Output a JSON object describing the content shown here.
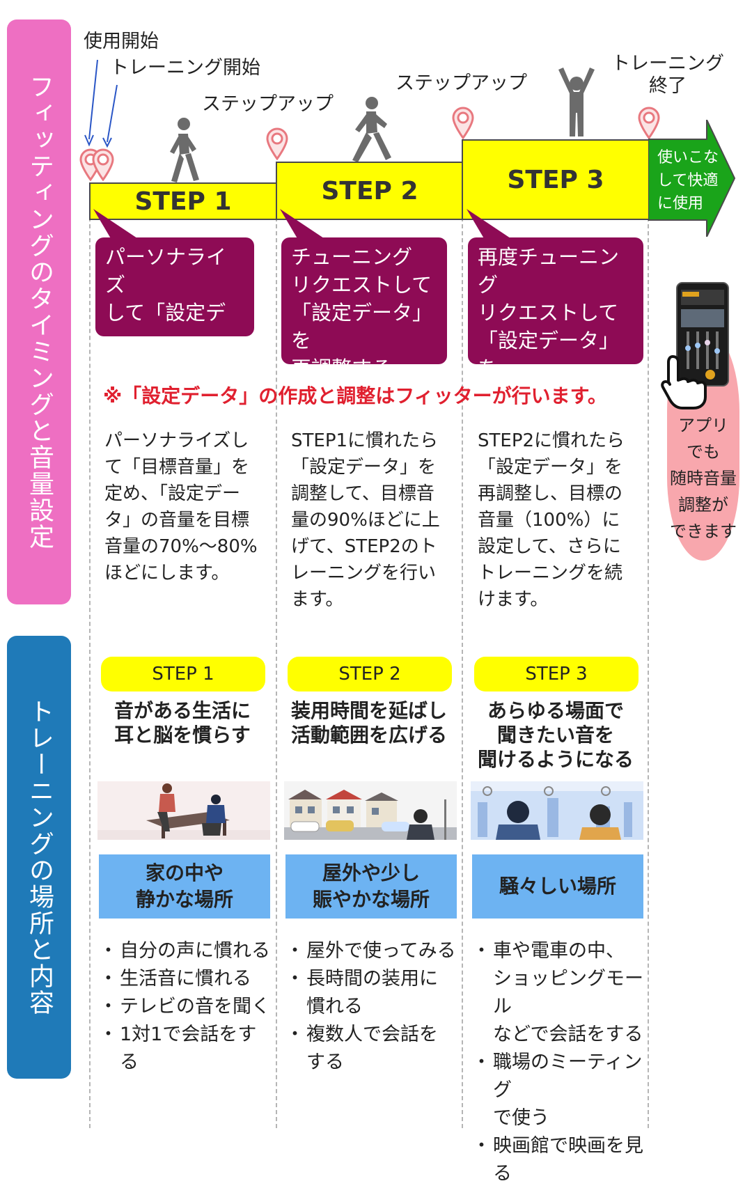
{
  "sidebar": {
    "top_title": "フィッティングのタイミングと音量設定",
    "bottom_title": "トレーニングの場所と内容",
    "top_color": "#ee6fc2",
    "bottom_color": "#1f7ab8"
  },
  "timeline": {
    "labels": {
      "use_start": "使用開始",
      "training_start": "トレーニング開始",
      "step_up_1": "ステップアップ",
      "step_up_2": "ステップアップ",
      "training_end": "トレーニング\n終了"
    },
    "steps": [
      "STEP 1",
      "STEP 2",
      "STEP 3"
    ],
    "final_arrow": "使いこな\nして快適\nに使用",
    "colors": {
      "step_bar": "#ffff00",
      "arrow": "#1aa41a",
      "pin": "#e8787f",
      "bubble": "#8e0b55"
    }
  },
  "bubbles": [
    "パーソナライズ\nして「設定デー\nタ」を作る",
    "チューニング\nリクエストして\n「設定データ」を\n再調整する",
    "再度チューニング\nリクエストして\n「設定データ」を\n最終調整する"
  ],
  "note": "※「設定データ」の作成と調整はフィッターが行います。",
  "descriptions": [
    "パーソナライズし\nて「目標音量」を\n定め、「設定デー\nタ」の音量を目標\n音量の70%〜80%\nほどにします。",
    "STEP1に慣れたら\n「設定データ」を\n調整して、目標音\n量の90%ほどに上\nげて、STEP2のト\nレーニングを行い\nます。",
    "STEP2に慣れたら\n「設定データ」を\n再調整し、目標の\n音量（100%）に\n設定して、さらに\nトレーニングを続\nけます。"
  ],
  "app": {
    "phone_icon": "smartphone-app-icon",
    "hand_icon": "pointing-hand-icon",
    "text": "アプリ\nでも\n随時音量\n調整が\nできます"
  },
  "training": [
    {
      "step": "STEP 1",
      "goal": "音がある生活に\n耳と脳を慣らす",
      "scene_icon": "home-conversation-scene",
      "place": "家の中や\n静かな場所",
      "items": [
        "自分の声に慣れる",
        "生活音に慣れる",
        "テレビの音を聞く",
        "1対1で会話をする"
      ]
    },
    {
      "step": "STEP 2",
      "goal": "装用時間を延ばし\n活動範囲を広げる",
      "scene_icon": "street-scene",
      "place": "屋外や少し\n賑やかな場所",
      "items": [
        "屋外で使ってみる",
        "長時間の装用に\n慣れる",
        "複数人で会話を\nする"
      ]
    },
    {
      "step": "STEP 3",
      "goal": "あらゆる場面で\n聞きたい音を\n聞けるようになる",
      "scene_icon": "train-scene",
      "place": "騒々しい場所",
      "items": [
        "車や電車の中、\nショッピングモール\nなどで会話をする",
        "職場のミーティング\nで使う",
        "映画館で映画を見る"
      ]
    }
  ]
}
